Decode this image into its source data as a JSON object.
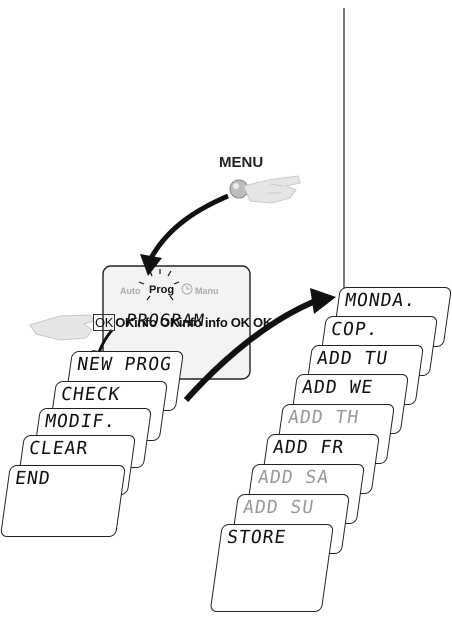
{
  "menu_label": "MENU",
  "mode_bar": {
    "auto": "Auto",
    "prog": "Prog",
    "manu": "Manu"
  },
  "program_screen": "PROGRAM",
  "bottom_labels": {
    "ok_boxed": "OK",
    "rest": "OKinfo OKinfo info OK OK"
  },
  "left_stack": [
    "NEW PROG",
    "CHECK",
    "MODIF.",
    "CLEAR",
    "END"
  ],
  "right_stack": [
    {
      "text": "MONDA.",
      "dim": false
    },
    {
      "text": "COP.",
      "dim": false
    },
    {
      "text": "ADD TU",
      "dim": false
    },
    {
      "text": "ADD WE",
      "dim": false
    },
    {
      "text": "ADD TH",
      "dim": true
    },
    {
      "text": "ADD FR",
      "dim": false
    },
    {
      "text": "ADD SA",
      "dim": true
    },
    {
      "text": "ADD SU",
      "dim": true
    },
    {
      "text": "STORE",
      "dim": false
    }
  ],
  "colors": {
    "ink": "#222222",
    "dim_text": "#9a9a9a",
    "device_fill": "#f3f3f3",
    "shadow": "#dcdcdc"
  },
  "icons": [
    "pointing-hand-icon",
    "clock-icon",
    "curved-arrow-icon",
    "blink-rays-icon"
  ]
}
